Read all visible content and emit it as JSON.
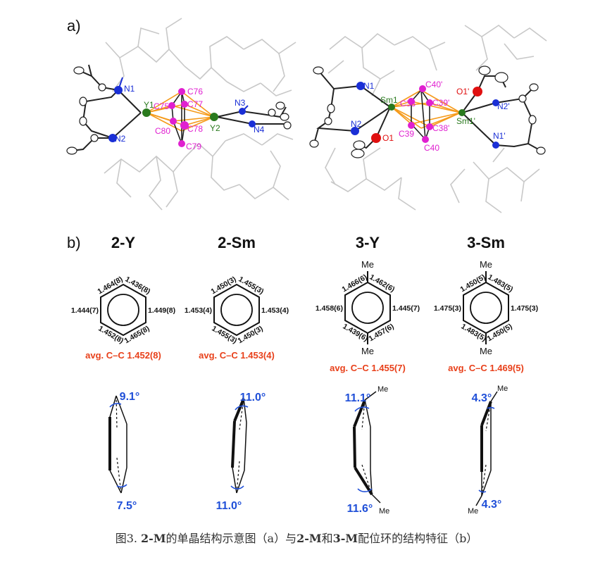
{
  "panel_a": {
    "label": "a)",
    "left_atoms": [
      "N1",
      "N2",
      "Y1",
      "C75",
      "C76",
      "C77",
      "C78",
      "C79",
      "C80",
      "Y2",
      "N3",
      "N4"
    ],
    "right_atoms": [
      "N1",
      "N2",
      "O1",
      "Sm1",
      "C38",
      "C39",
      "C40",
      "C38'",
      "C39'",
      "C40'",
      "Sm1'",
      "O1'",
      "N2'",
      "N1'"
    ],
    "colors": {
      "N": "#1a2fd6",
      "O": "#e01010",
      "Y": "#2a7a1e",
      "Sm": "#2a7a1e",
      "C": "#e020d0",
      "bond_orange": "#f59a1a",
      "ligand_gray": "#c8c8c8"
    }
  },
  "panel_b": {
    "label": "b)",
    "compounds": [
      {
        "name": "2-Y",
        "bonds": {
          "top_left": "1.464(8)",
          "top_right": "1.436(8)",
          "left": "1.444(7)",
          "right": "1.449(8)",
          "bottom_left": "1.452(8)",
          "bottom_right": "1.465(8)"
        },
        "me_top": "",
        "me_bottom": "",
        "avg": "avg. C–C 1.452(8)",
        "angle_top": "9.1°",
        "angle_bottom": "7.5°"
      },
      {
        "name": "2-Sm",
        "bonds": {
          "top_left": "1.450(3)",
          "top_right": "1.455(3)",
          "left": "1.453(4)",
          "right": "1.453(4)",
          "bottom_left": "1.455(3)",
          "bottom_right": "1.450(3)"
        },
        "me_top": "",
        "me_bottom": "",
        "avg": "avg. C–C 1.453(4)",
        "angle_top": "11.0°",
        "angle_bottom": "11.0°"
      },
      {
        "name": "3-Y",
        "bonds": {
          "top_left": "1.466(6)",
          "top_right": "1.462(6)",
          "left": "1.458(6)",
          "right": "1.445(7)",
          "bottom_left": "1.439(6)",
          "bottom_right": "1.457(6)"
        },
        "me_top": "Me",
        "me_bottom": "Me",
        "avg": "avg. C–C 1.455(7)",
        "angle_top": "11.1°",
        "angle_bottom": "11.6°",
        "side_me_top": "Me",
        "side_me_bottom": "Me"
      },
      {
        "name": "3-Sm",
        "bonds": {
          "top_left": "1.450(5)",
          "top_right": "1.483(5)",
          "left": "1.475(3)",
          "right": "1.475(3)",
          "bottom_left": "1.483(5)",
          "bottom_right": "1.450(5)"
        },
        "me_top": "Me",
        "me_bottom": "Me",
        "avg": "avg. C–C 1.469(5)",
        "angle_top": "4.3°",
        "angle_bottom": "4.3°",
        "side_me_top": "Me",
        "side_me_bottom": "Me"
      }
    ]
  },
  "caption": {
    "prefix": "图3. ",
    "c1": "2-M",
    "mid1": "的单晶结构示意图（a）与",
    "c2": "2-M",
    "mid2": "和",
    "c3": "3-M",
    "suffix": "配位环的结构特征（b）"
  }
}
